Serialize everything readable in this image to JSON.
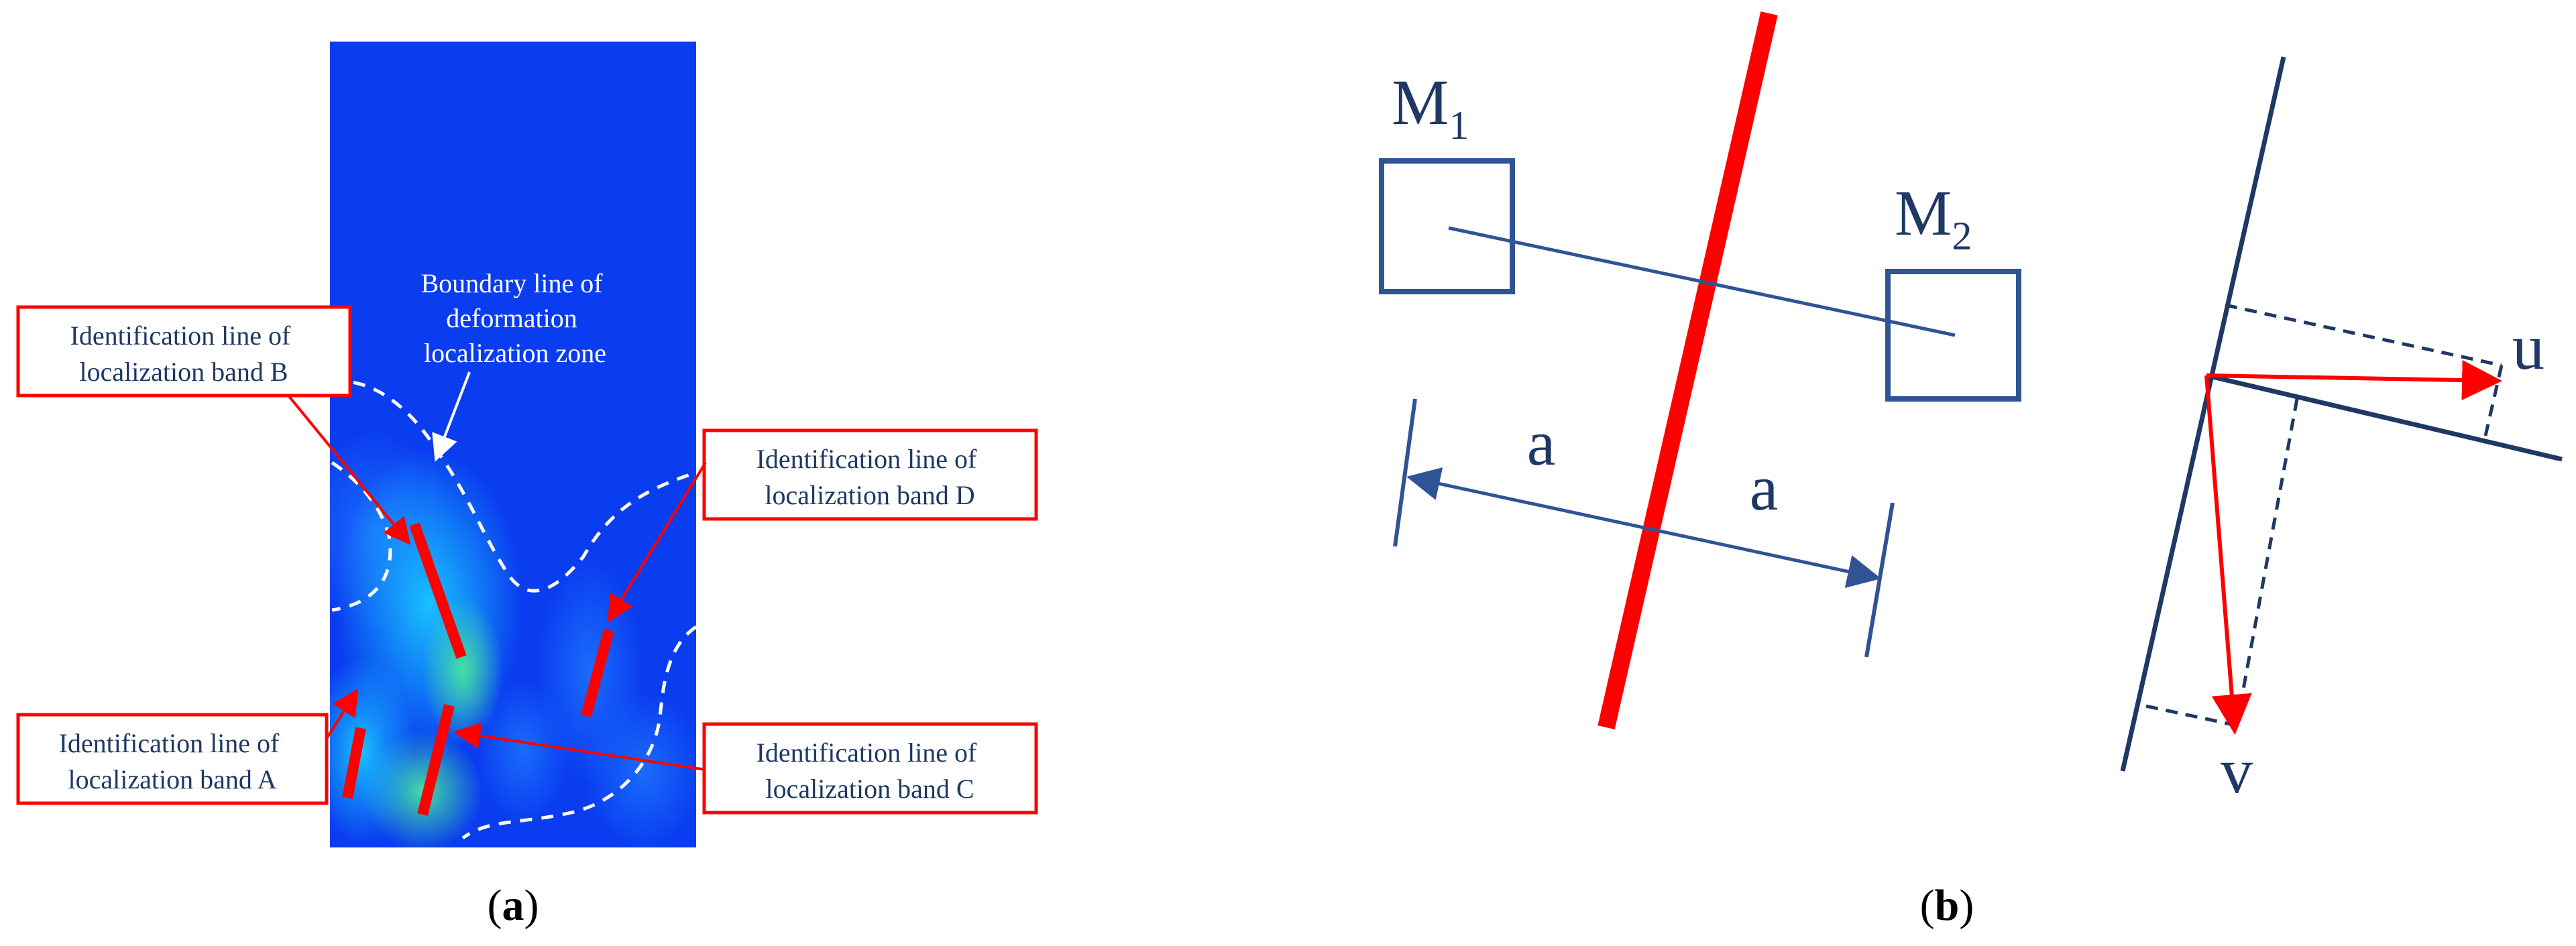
{
  "panel_a": {
    "label_prefix": "(",
    "label_letter": "a",
    "label_suffix": ")",
    "boundary_line": [
      "Boundary line of",
      "deformation",
      "localization zone"
    ],
    "callouts": {
      "band_b": [
        "Identification line of",
        "localization band B"
      ],
      "band_d": [
        "Identification line of",
        "localization band D"
      ],
      "band_a": [
        "Identification line of",
        "localization band A"
      ],
      "band_c": [
        "Identification line of",
        "localization band C"
      ]
    }
  },
  "panel_b": {
    "label_prefix": "(",
    "label_letter": "b",
    "label_suffix": ")",
    "m1_base": "M",
    "m1_sub": "1",
    "m2_base": "M",
    "m2_sub": "2",
    "dist_left": "a",
    "dist_right": "a",
    "vector_u": "u",
    "vector_v": "v"
  },
  "colors": {
    "navy": "#1f3864",
    "box_blue": "#2f5496",
    "red": "#ff0000",
    "field_blue": "#0a3cf0"
  }
}
